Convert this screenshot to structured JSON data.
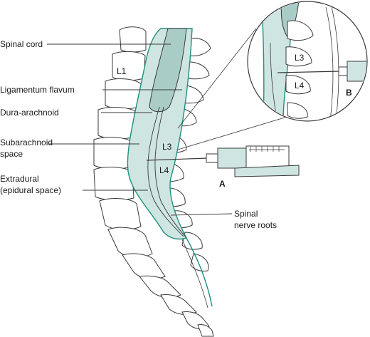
{
  "labels": {
    "spinal_cord": "Spinal cord",
    "ligamentum_flavum": "Ligamentum flavum",
    "dura_arachnoid": "Dura-arachnoid",
    "subarachnoid_1": "Subarachnoid",
    "subarachnoid_2": "space",
    "extradural_1": "Extradural",
    "extradural_2": "(epidural space)",
    "nerve_roots_1": "Spinal",
    "nerve_roots_2": "nerve roots"
  },
  "vertebrae": {
    "l1": "L1",
    "l3": "L3",
    "l4": "L4",
    "inset_l3": "L3",
    "inset_l4": "L4"
  },
  "panels": {
    "a": "A",
    "b": "B"
  },
  "colors": {
    "csf_fill": "#cfe5e1",
    "dura_line": "#1f8f80",
    "cord_fill": "#a9cdc6",
    "outline": "#3a3a3a"
  }
}
